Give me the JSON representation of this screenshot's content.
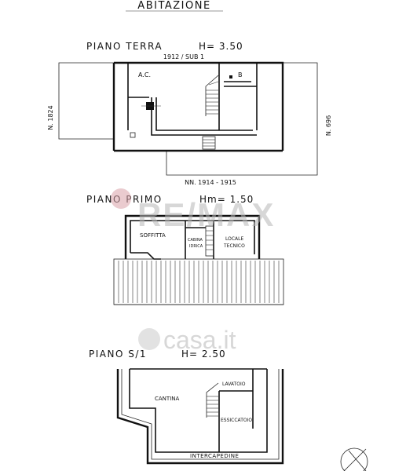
{
  "title": "ABITAZIONE",
  "ground_floor": {
    "heading": "PIANO TERRA",
    "height": "H= 3.50",
    "parcel_label": "1912 / SUB 1",
    "north_label": "N. 1824",
    "east_label": "N. 696",
    "south_label": "NN. 1914 - 1915",
    "room_ac": "A.C.",
    "room_b": "B"
  },
  "first_floor": {
    "heading": "PIANO PRIMO",
    "height": "Hm= 1.50",
    "room_soffitta": "SOFFITTA",
    "room_cabina_1": "CABINA",
    "room_cabina_2": "IDRICA",
    "room_locale_1": "LOCALE",
    "room_locale_2": "TECNICO"
  },
  "basement": {
    "heading": "PIANO S/1",
    "height": "H= 2.50",
    "room_cantina": "CANTINA",
    "room_lavatoio": "LAVATOIO",
    "room_essiccatoio": "ESSICCATOIO",
    "room_intercapedine": "INTERCAPEDINE"
  },
  "watermarks": {
    "remax": "RE/MAX",
    "casa": "casa.it"
  }
}
